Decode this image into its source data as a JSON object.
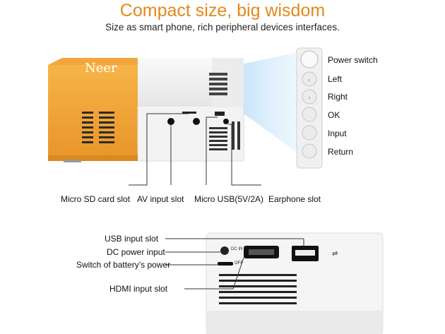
{
  "header": {
    "title": "Compact size, big wisdom",
    "subtitle": "Size as smart phone, rich peripheral devices interfaces."
  },
  "projector_top": {
    "brand": "Neer",
    "buttons": [
      "Power switch",
      "Left",
      "Right",
      "OK",
      "Input",
      "Return"
    ],
    "ports": [
      "Micro SD card slot",
      "AV input slot",
      "Micro USB(5V/2A)",
      "Earphone slot"
    ]
  },
  "projector_back": {
    "ports": [
      "USB input slot",
      "DC power input",
      "Switch of battery’s power",
      "HDMI input slot"
    ],
    "port_marks": {
      "dc": "DC IN",
      "off": "OFF"
    }
  },
  "colors": {
    "accent": "#e2891d",
    "body_orange": "#f0a43a",
    "body_white": "#f2f2f2",
    "beam": "#cfe7f7"
  }
}
